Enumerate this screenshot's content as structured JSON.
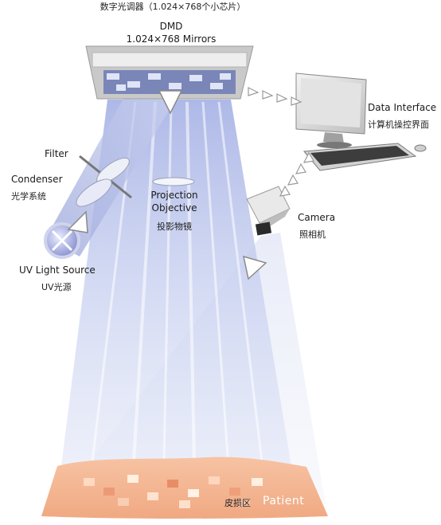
{
  "header": {
    "title_cn": "数字光调器（1.024×768个小芯片）",
    "dmd_title": "DMD",
    "dmd_subtitle": "1.024×768 Mirrors"
  },
  "labels": {
    "filter": "Filter",
    "condenser": "Condenser",
    "condenser_cn": "光学系统",
    "uv_source": "UV Light Source",
    "uv_source_cn": "UV光源",
    "projection_line1": "Projection",
    "projection_line2": "Objective",
    "projection_cn": "投影物镜",
    "data_interface": "Data Interface",
    "data_interface_cn": "计算机操控界面",
    "camera": "Camera",
    "camera_cn": "照相机",
    "lesion_cn": "皮损区",
    "patient": "Patient"
  },
  "colors": {
    "beam": "#b8c4ea",
    "beam_light": "#e3e8f7",
    "skin": "#f4b896",
    "skin_edge": "#eda47c",
    "device_gray": "#cfcfcf",
    "arrow_outline": "#8a8a8a"
  },
  "icons": [
    "dmd-chip-icon",
    "uv-lamp-icon",
    "condenser-lens-icon",
    "filter-lens-icon",
    "projection-lens-icon",
    "computer-monitor-icon",
    "keyboard-icon",
    "camera-icon",
    "flow-arrow-icon"
  ]
}
